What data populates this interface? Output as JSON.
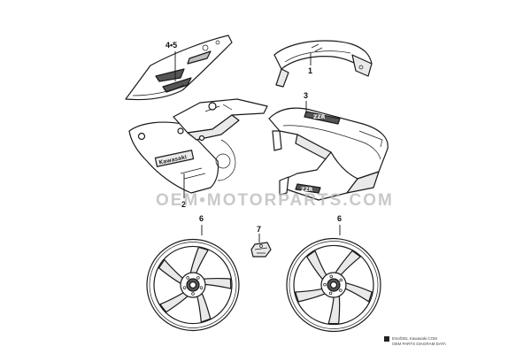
{
  "callouts": {
    "c1": "1",
    "c2": "2",
    "c3": "3",
    "c45": "4•5",
    "c6a": "6",
    "c6b": "6",
    "c7": "7"
  },
  "decals": {
    "brand": "Kawasaki",
    "model": "ZZR"
  },
  "watermark": {
    "text": "OEM•MOTORPARTS.COM"
  },
  "footer": {
    "line1": "ESofOEL Kawasaki.COM",
    "line2": "OEM PARTS DIAGRAM DATA"
  },
  "colors": {
    "ink": "#1a1a1a",
    "watermark": "#b8b8b8"
  }
}
